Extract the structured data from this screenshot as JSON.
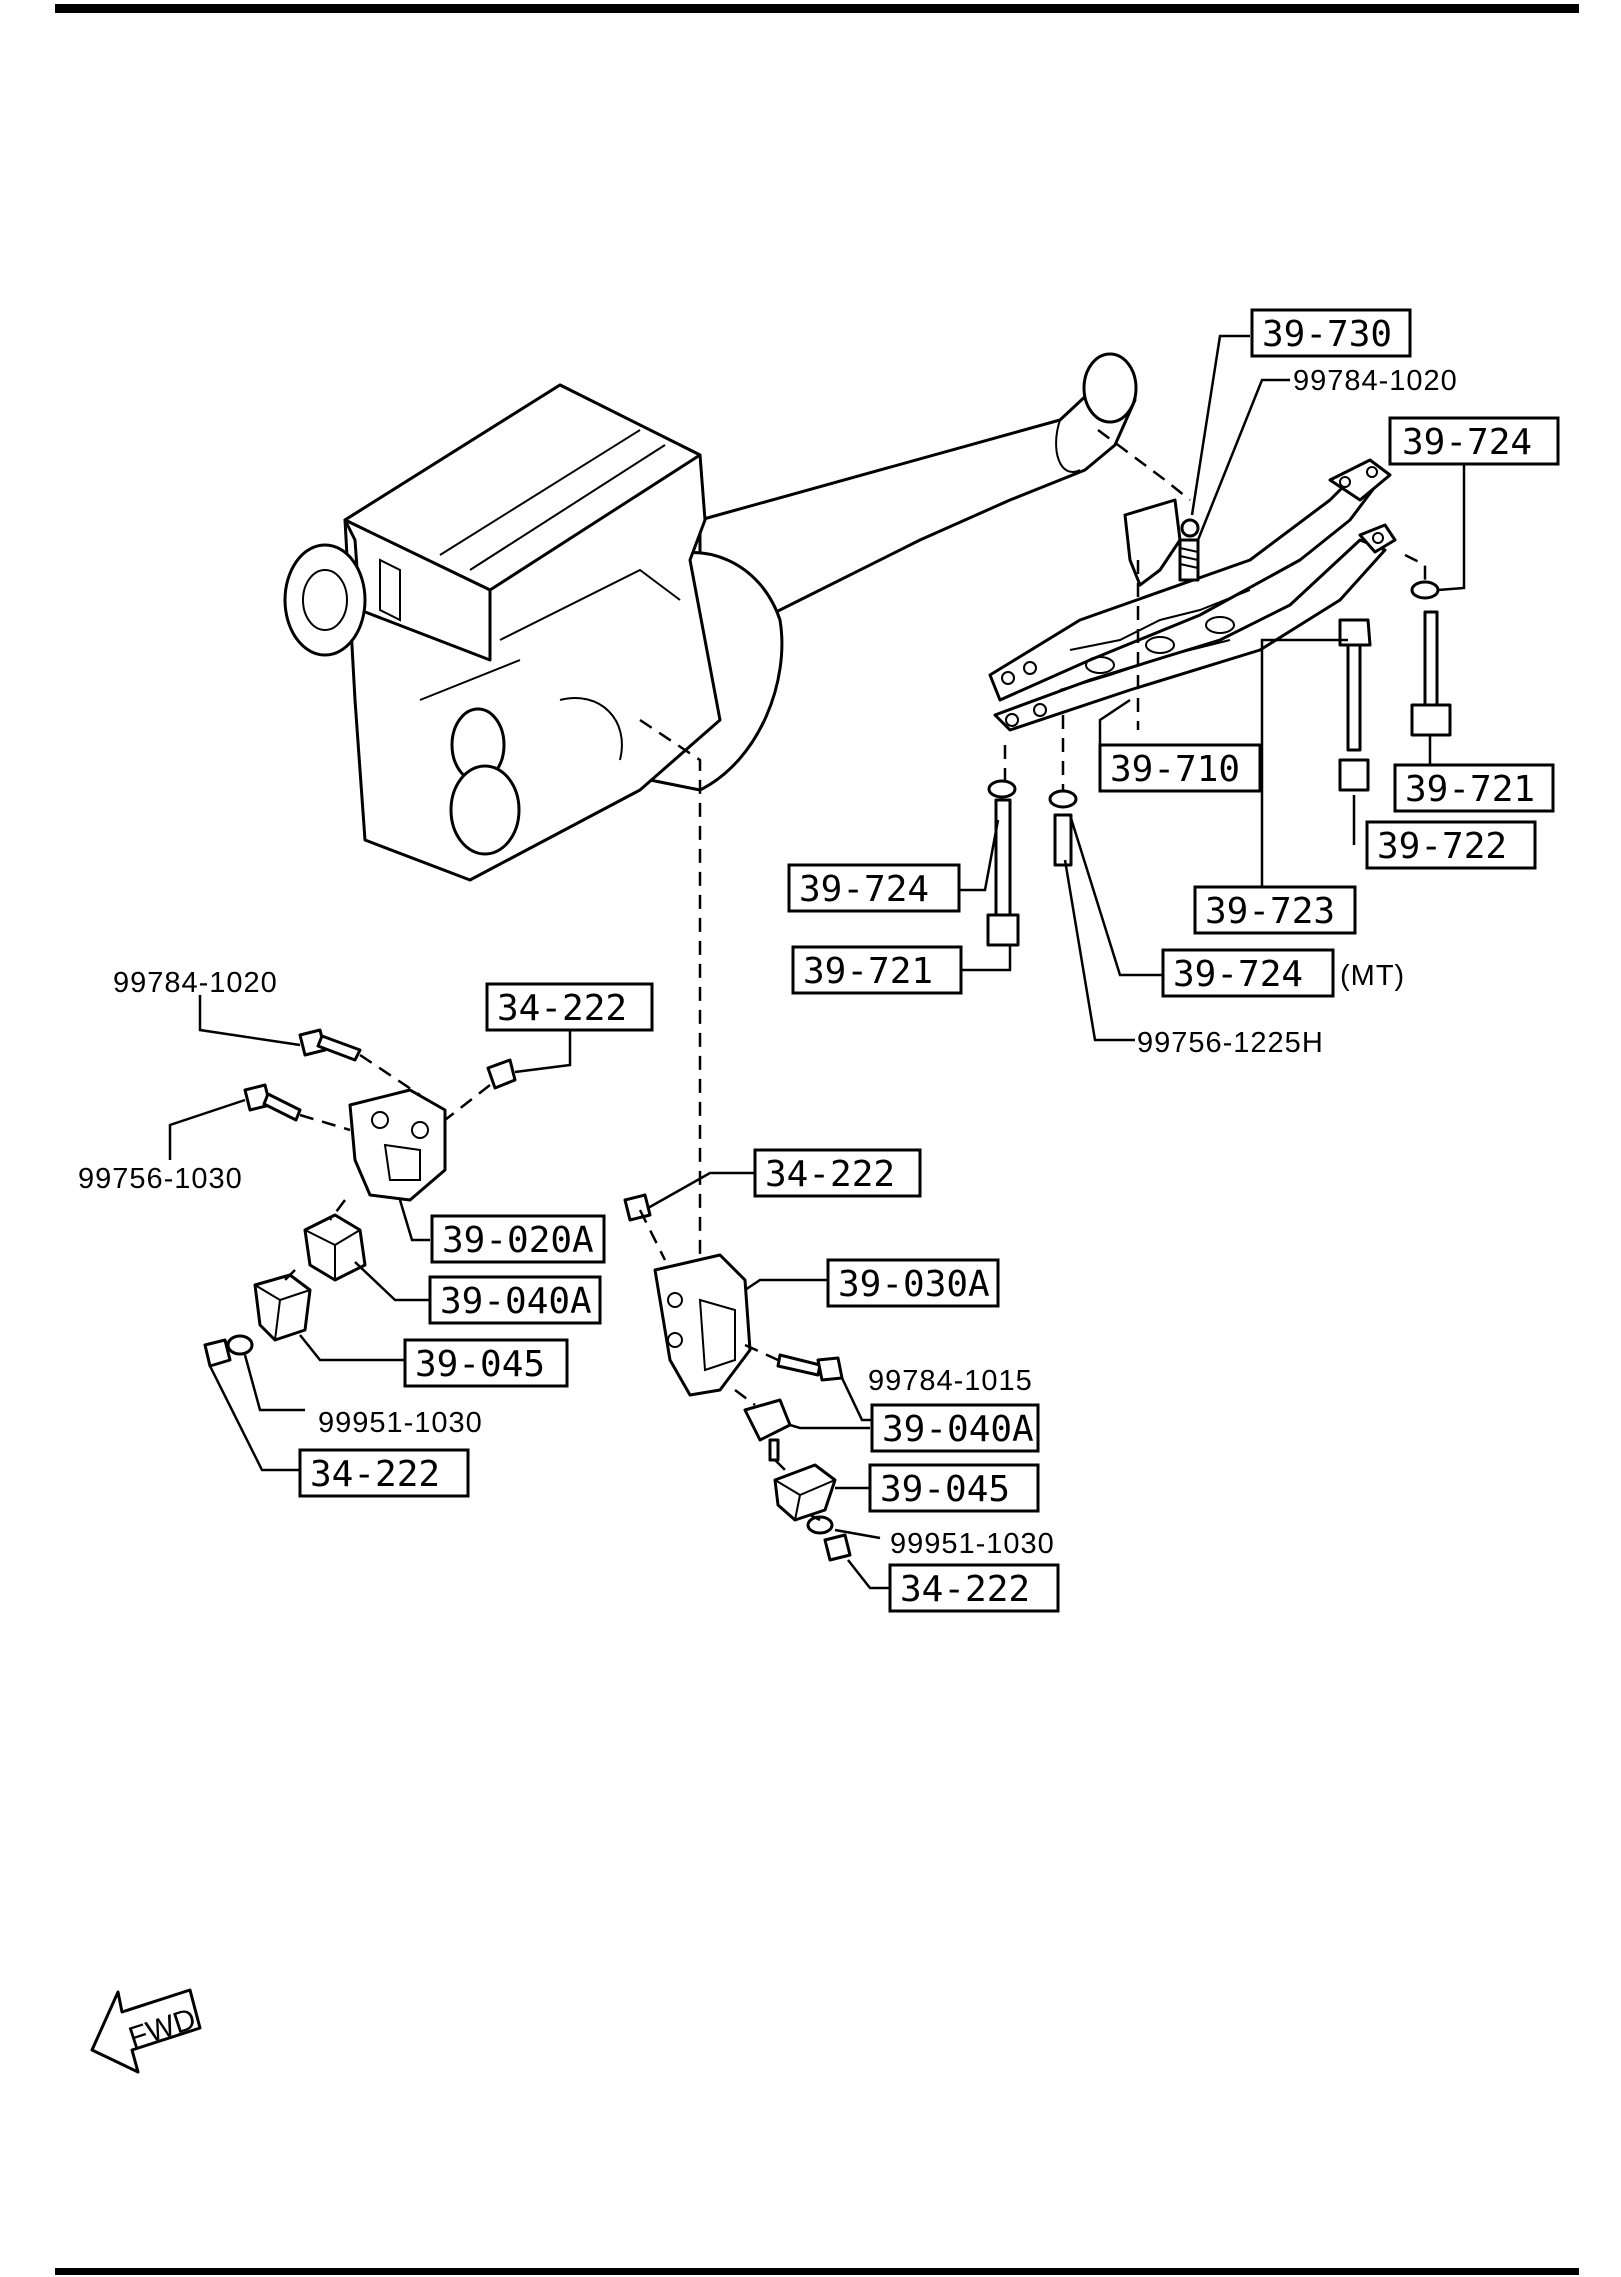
{
  "diagram": {
    "boxed_labels": {
      "l_39_730": "39-730",
      "l_39_724_top": "39-724",
      "l_39_710": "39-710",
      "l_39_721_right": "39-721",
      "l_39_722": "39-722",
      "l_39_723": "39-723",
      "l_39_724_left": "39-724",
      "l_39_721_left": "39-721",
      "l_39_724_mt": "39-724",
      "l_34_222_a": "34-222",
      "l_34_222_b": "34-222",
      "l_39_020a": "39-020A",
      "l_39_040a_left": "39-040A",
      "l_39_045_left": "39-045",
      "l_34_222_c": "34-222",
      "l_39_030a": "39-030A",
      "l_39_040a_right": "39-040A",
      "l_39_045_right": "39-045",
      "l_34_222_d": "34-222"
    },
    "plain_labels": {
      "p_99784_1020_top": "99784-1020",
      "p_mt": "(MT)",
      "p_99756_1225h": "99756-1225H",
      "p_99784_1020_left": "99784-1020",
      "p_99756_1030": "99756-1030",
      "p_99951_1030_left": "99951-1030",
      "p_99784_1015": "99784-1015",
      "p_99951_1030_right": "99951-1030"
    },
    "fwd_label": "FWD"
  }
}
